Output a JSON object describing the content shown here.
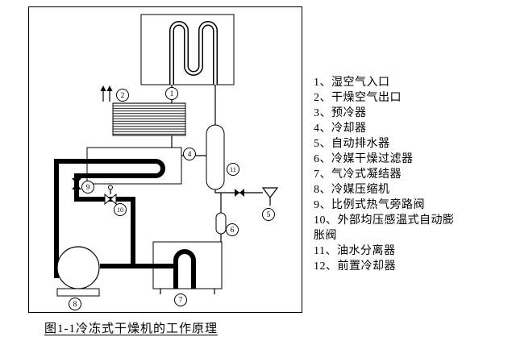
{
  "diagram": {
    "markers": {
      "m1": "1",
      "m2": "2",
      "m4": "4",
      "m5": "5",
      "m6": "6",
      "m7": "7",
      "m8": "8",
      "m9": "9",
      "m10": "10",
      "m11": "11"
    }
  },
  "legend": {
    "items": [
      {
        "label": "1、湿空气入口"
      },
      {
        "label": "2、干燥空气出口"
      },
      {
        "label": "3、预冷器"
      },
      {
        "label": "4、冷却器"
      },
      {
        "label": "5、自动排水器"
      },
      {
        "label": "6、冷媒干燥过滤器"
      },
      {
        "label": "7、气冷式凝结器"
      },
      {
        "label": "8、冷媒压缩机"
      },
      {
        "label": "9、比例式热气旁路阀"
      },
      {
        "label": "10、外部均压感温式自动膨胀阀"
      },
      {
        "label": "11、油水分离器"
      },
      {
        "label": "12、前置冷却器"
      }
    ]
  },
  "caption": "图1-1冷冻式干燥机的工作原理"
}
